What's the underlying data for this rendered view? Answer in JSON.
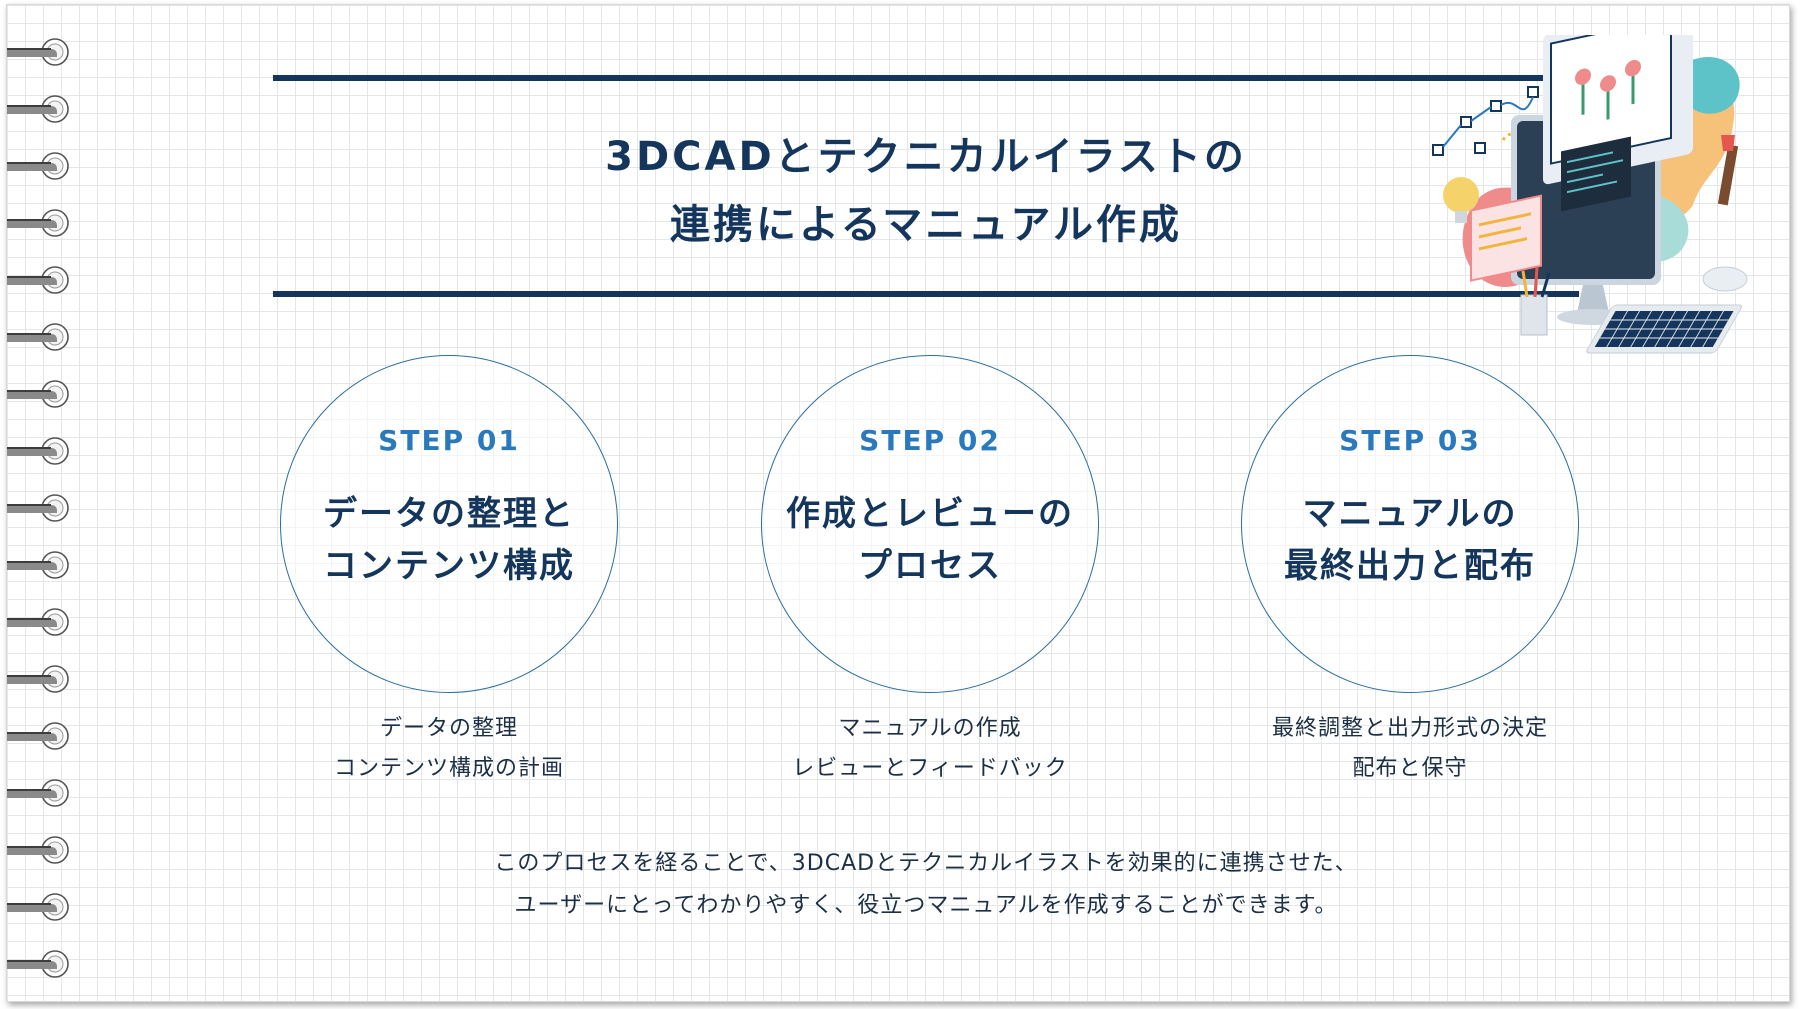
{
  "title": {
    "line1": "3DCADとテクニカルイラストの",
    "line2": "連携によるマニュアル作成"
  },
  "steps": [
    {
      "number": "STEP 01",
      "heading_line1": "データの整理と",
      "heading_line2": "コンテンツ構成",
      "desc_line1": "データの整理",
      "desc_line2": "コンテンツ構成の計画"
    },
    {
      "number": "STEP 02",
      "heading_line1": "作成とレビューの",
      "heading_line2": "プロセス",
      "desc_line1": "マニュアルの作成",
      "desc_line2": "レビューとフィードバック"
    },
    {
      "number": "STEP 03",
      "heading_line1": "マニュアルの",
      "heading_line2": "最終出力と配布",
      "desc_line1": "最終調整と出力形式の決定",
      "desc_line2": "配布と保守"
    }
  ],
  "summary": {
    "line1": "このプロセスを経ることで、3DCADとテクニカルイラストを効果的に連携させた、",
    "line2": "ユーザーにとってわかりやすく、役立つマニュアルを作成することができます。"
  },
  "colors": {
    "navy": "#14365c",
    "step_blue": "#2a79bd",
    "circle_stroke": "#2c6da0",
    "grid": "#e4e7ea"
  },
  "icons": {
    "spiral": "notebook-ring-icon",
    "illustration": "computer-workstation-illustration"
  }
}
